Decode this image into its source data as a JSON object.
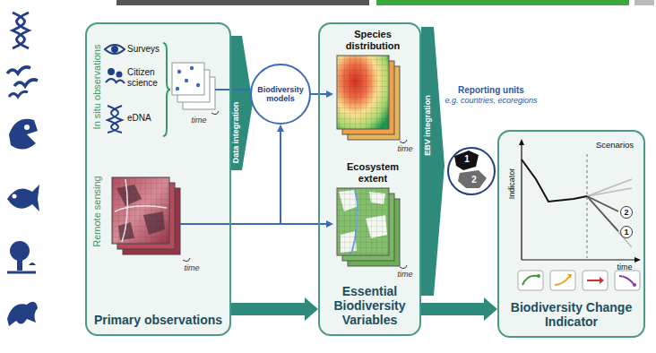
{
  "diagram": {
    "nodes": [
      {
        "text": [
          "Primary observations"
        ]
      },
      {
        "text": [
          "Biodiversity models"
        ]
      },
      {
        "text": [
          "Essential Biodiversity Variables"
        ]
      },
      {
        "text": [
          "Species distribution"
        ],
        "in": 2
      },
      {
        "text": [
          "Ecosystem extent"
        ],
        "in": 2
      },
      {
        "text": [
          "Reporting units",
          "e.g. countries, ecoregions"
        ]
      },
      {
        "text": [
          "Biodiversity Change Indicator"
        ]
      }
    ],
    "edges": [
      {
        "from": 0,
        "to": 1,
        "arrow": "none"
      },
      {
        "from": 1,
        "to": 3,
        "arrow": "to"
      },
      {
        "from": 0,
        "to": 4,
        "arrow": "to"
      },
      {
        "from": 0,
        "to": 2,
        "arrow": "to"
      },
      {
        "from": 2,
        "to": 6,
        "arrow": "to"
      }
    ],
    "labels": [
      "In situ observations",
      "Surveys",
      "Citizen science",
      "eDNA",
      "time",
      "Remote sensing",
      "time",
      "Data integration",
      "time",
      "time",
      "EBV integration",
      "1",
      "2",
      "Indicator",
      "Scenarios",
      "2",
      "1",
      "time"
    ]
  }
}
